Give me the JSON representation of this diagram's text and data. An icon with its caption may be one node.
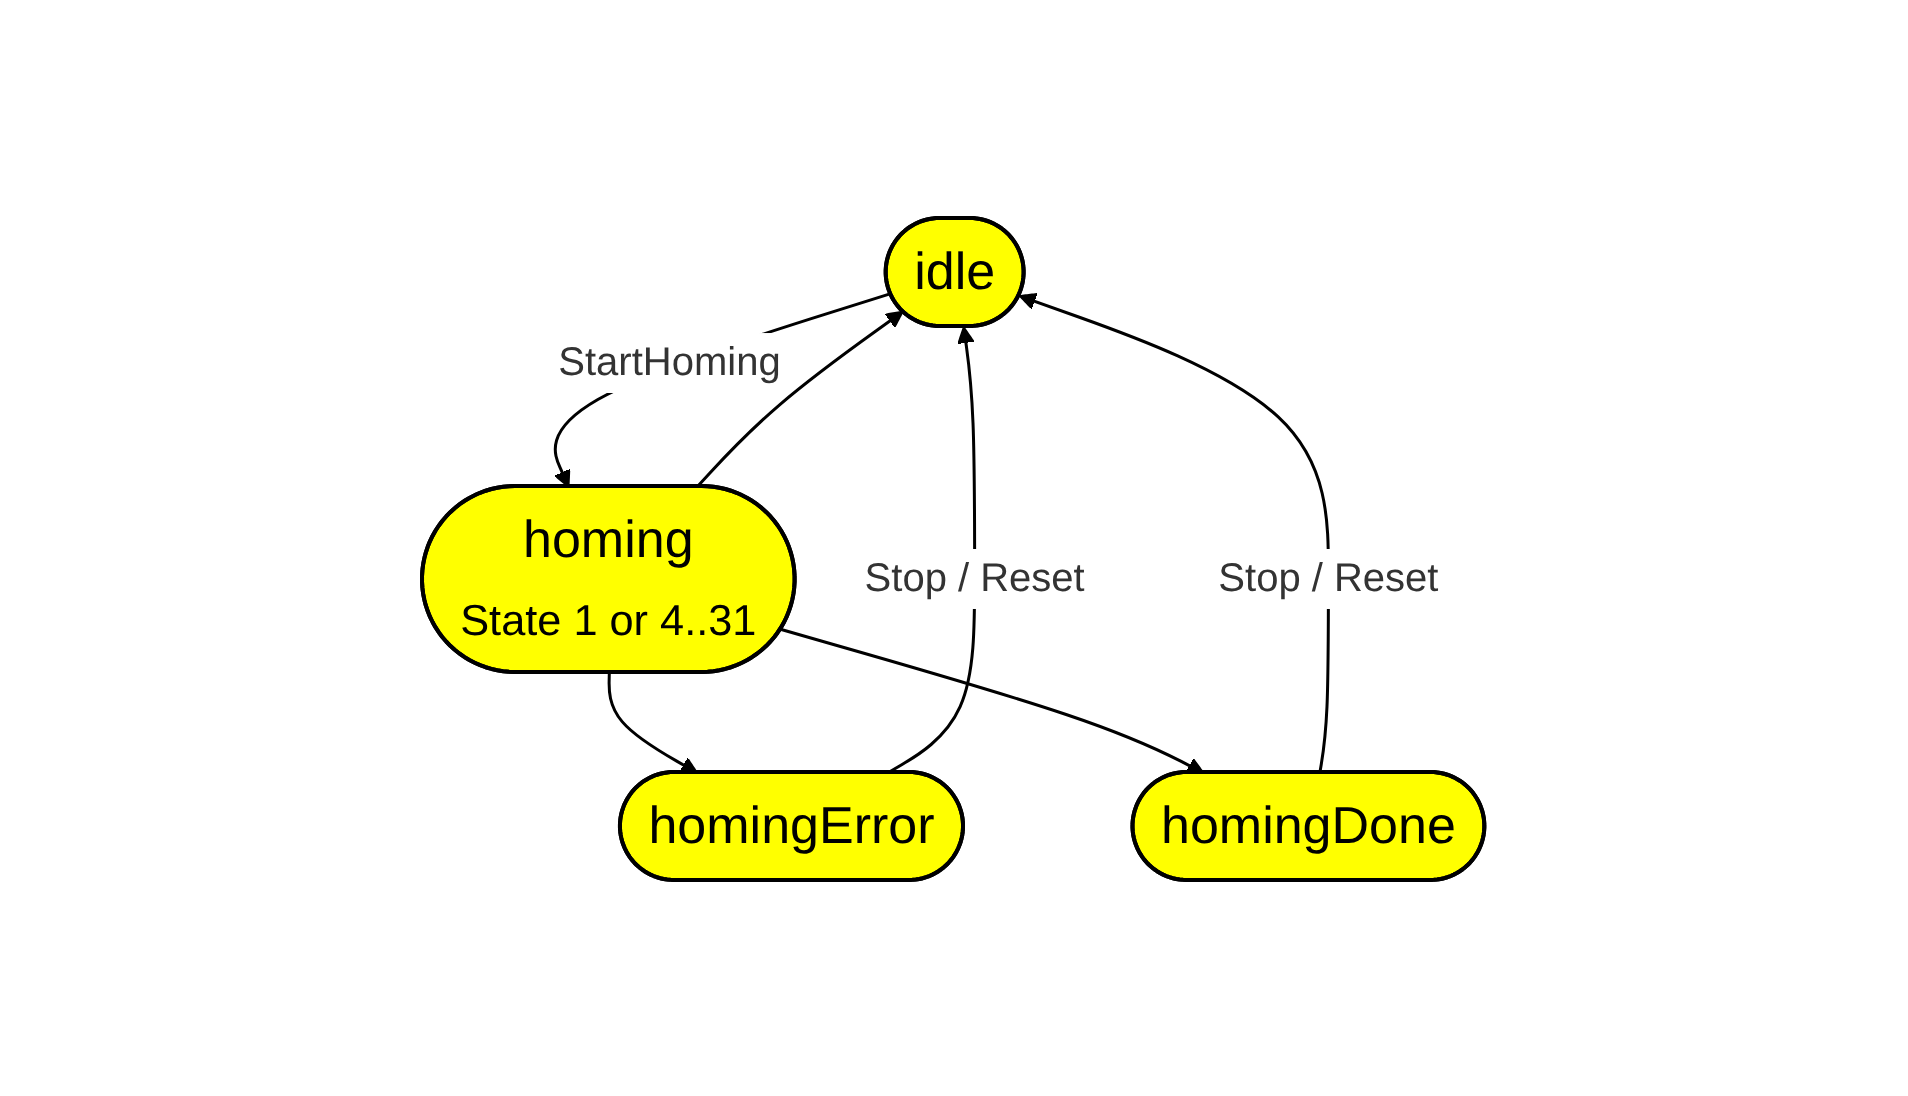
{
  "diagram": {
    "nodes": [
      {
        "text": [
          "idle"
        ]
      },
      {
        "text": [
          "homing",
          "State 1 or 4..31"
        ]
      },
      {
        "text": [
          "homingError"
        ]
      },
      {
        "text": [
          "homingDone"
        ]
      }
    ],
    "edges": [
      {
        "from": 0,
        "to": 1,
        "arrow": "to",
        "label": "StartHoming"
      },
      {
        "from": 1,
        "to": 2,
        "arrow": "to"
      },
      {
        "from": 1,
        "to": 3,
        "arrow": "to"
      },
      {
        "from": 2,
        "to": 0,
        "arrow": "to",
        "label": "Stop / Reset"
      },
      {
        "from": 1,
        "to": 0,
        "arrow": "to"
      },
      {
        "from": 3,
        "to": 0,
        "arrow": "to",
        "label": "Stop / Reset"
      }
    ]
  }
}
